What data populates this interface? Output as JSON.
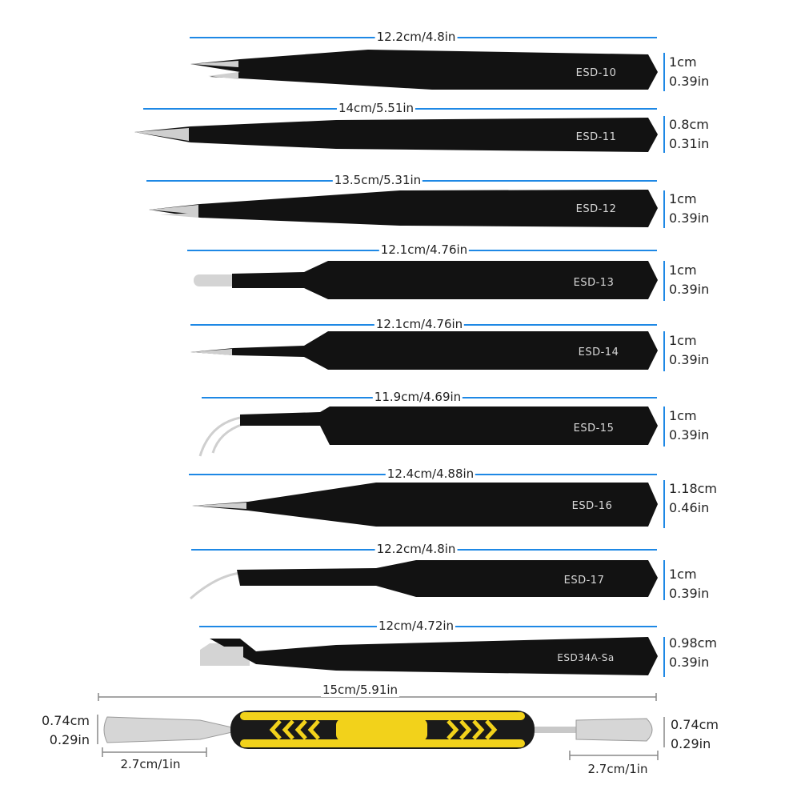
{
  "tweezers": [
    {
      "model": "ESD-10",
      "length": "12.2cm/4.8in",
      "width_cm": "1cm",
      "width_in": "0.39in"
    },
    {
      "model": "ESD-11",
      "length": "14cm/5.51in",
      "width_cm": "0.8cm",
      "width_in": "0.31in"
    },
    {
      "model": "ESD-12",
      "length": "13.5cm/5.31in",
      "width_cm": "1cm",
      "width_in": "0.39in"
    },
    {
      "model": "ESD-13",
      "length": "12.1cm/4.76in",
      "width_cm": "1cm",
      "width_in": "0.39in"
    },
    {
      "model": "ESD-14",
      "length": "12.1cm/4.76in",
      "width_cm": "1cm",
      "width_in": "0.39in"
    },
    {
      "model": "ESD-15",
      "length": "11.9cm/4.69in",
      "width_cm": "1cm",
      "width_in": "0.39in"
    },
    {
      "model": "ESD-16",
      "length": "12.4cm/4.88in",
      "width_cm": "1.18cm",
      "width_in": "0.46in"
    },
    {
      "model": "ESD-17",
      "length": "12.2cm/4.8in",
      "width_cm": "1cm",
      "width_in": "0.39in"
    },
    {
      "model": "ESD34A-Sa",
      "length": "12cm/4.72in",
      "width_cm": "0.98cm",
      "width_in": "0.39in"
    }
  ],
  "spudger": {
    "length": "15cm/5.91in",
    "left_width_cm": "0.74cm",
    "left_width_in": "0.29in",
    "right_width_cm": "0.74cm",
    "right_width_in": "0.29in",
    "left_blade": "2.7cm/1in",
    "right_blade": "2.7cm/1in"
  },
  "colors": {
    "dimension_line": "#1e88e5",
    "tool_body": "#121212",
    "handle_yellow": "#f2d21b",
    "handle_black": "#1a1a1a"
  }
}
